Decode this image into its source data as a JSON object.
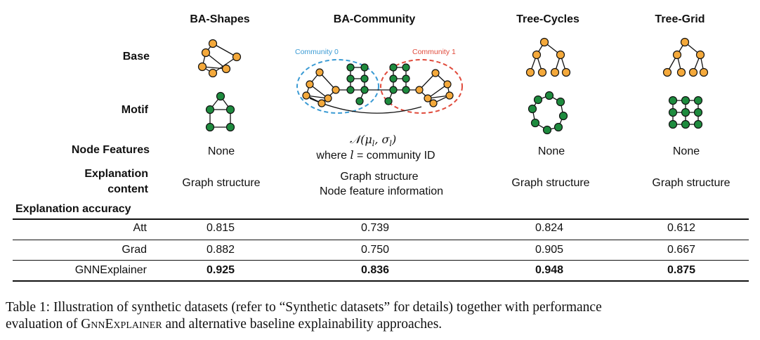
{
  "columns": [
    "BA-Shapes",
    "BA-Community",
    "Tree-Cycles",
    "Tree-Grid"
  ],
  "row_labels": {
    "base": "Base",
    "motif": "Motif",
    "node_features": "Node Features",
    "explanation_content_1": "Explanation",
    "explanation_content_2": "content",
    "explanation_accuracy": "Explanation accuracy"
  },
  "community_labels": {
    "c0": "Community 0",
    "c1": "Community 1"
  },
  "node_features": {
    "ba_shapes": "None",
    "ba_community_formula": "𝒩(μ",
    "ba_community_formula_sub_l": "l",
    "ba_community_formula_mid": ", σ",
    "ba_community_formula_sub_l2": "l",
    "ba_community_formula_end": ")",
    "ba_community_where": "where ",
    "ba_community_l": "l",
    "ba_community_rest": " = community ID",
    "tree_cycles": "None",
    "tree_grid": "None"
  },
  "explanation_content": {
    "ba_shapes": "Graph structure",
    "ba_community_1": "Graph structure",
    "ba_community_2": "Node feature information",
    "tree_cycles": "Graph structure",
    "tree_grid": "Graph structure"
  },
  "accuracy_rows": [
    {
      "method": "Att",
      "values": [
        "0.815",
        "0.739",
        "0.824",
        "0.612"
      ]
    },
    {
      "method": "Grad",
      "values": [
        "0.882",
        "0.750",
        "0.905",
        "0.667"
      ]
    },
    {
      "method": "GNNExplainer",
      "values": [
        "0.925",
        "0.836",
        "0.948",
        "0.875"
      ]
    }
  ],
  "caption": {
    "part1": "Table 1: Illustration of synthetic datasets (refer to “Synthetic datasets” for details) together with performance",
    "part2_a": "evaluation of ",
    "part2_sc": "GnnExplainer",
    "part2_b": " and alternative baseline explainability approaches."
  },
  "colors": {
    "base_node": "#F4A93B",
    "motif_node": "#1E8B3E",
    "community0": "#3B9BD4",
    "community1": "#E04B3C",
    "edge": "#111111"
  }
}
